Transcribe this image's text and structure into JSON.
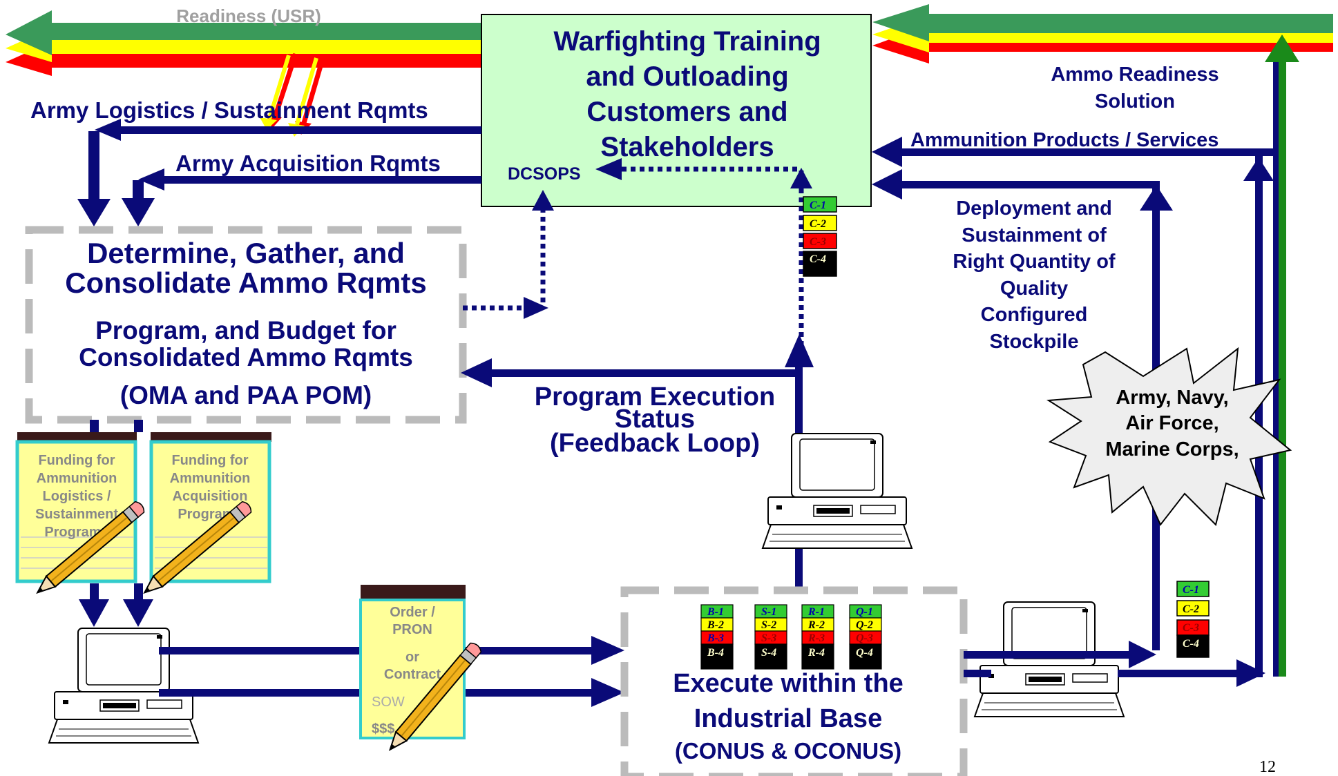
{
  "header": {
    "readiness_label": "Readiness (USR)"
  },
  "customers_box": {
    "title_lines": [
      "Warfighting Training",
      "and Outloading",
      "Customers and",
      "Stakeholders"
    ],
    "dcsops": "DCSOPS"
  },
  "arrows": {
    "army_logistics": "Army Logistics / Sustainment Rqmts",
    "army_acquisition": "Army Acquisition Rqmts",
    "ammo_products": "Ammunition Products / Services",
    "ammo_readiness": [
      "Ammo Readiness",
      "Solution"
    ],
    "deployment": [
      "Deployment and",
      "Sustainment of",
      "Right Quantity of",
      "Quality",
      "Configured",
      "Stockpile"
    ],
    "program_execution": [
      "Program Execution",
      "Status",
      "(Feedback Loop)"
    ]
  },
  "determine_box": {
    "title_lines": [
      "Determine, Gather, and",
      "Consolidate Ammo Rqmts"
    ],
    "program_lines": [
      "Program, and Budget for",
      "Consolidated Ammo Rqmts"
    ],
    "pom": "(OMA and PAA POM)"
  },
  "funding": {
    "logistics": [
      "Funding for",
      "Ammunition",
      "Logistics /",
      "Sustainment",
      "Programs"
    ],
    "acquisition": [
      "Funding for",
      "Ammunition",
      "Acquisition",
      "Programs"
    ]
  },
  "order": {
    "lines": [
      "Order /",
      "PRON",
      "or",
      "Contract",
      "SOW",
      "$$$"
    ]
  },
  "execute_box": {
    "lines": [
      "Execute within the",
      "Industrial Base",
      "(CONUS & OCONUS)"
    ]
  },
  "starburst": {
    "lines": [
      "Army, Navy,",
      "Air Force,",
      "Marine Corps,"
    ]
  },
  "ratings": {
    "c_top": [
      "C-1",
      "C-2",
      "C-3",
      "C-4"
    ],
    "c_right": [
      "C-1",
      "C-2",
      "C-3",
      "C-4"
    ],
    "b": [
      "B-1",
      "B-2",
      "B-3",
      "B-4"
    ],
    "s": [
      "S-1",
      "S-2",
      "S-3",
      "S-4"
    ],
    "r": [
      "R-1",
      "R-2",
      "R-3",
      "R-4"
    ],
    "q": [
      "Q-1",
      "Q-2",
      "Q-3",
      "Q-4"
    ]
  },
  "page_number": "12",
  "colors": {
    "navy": "#0A0A78",
    "green_band": "#3A9A5A",
    "yellow": "#FFFF00",
    "red": "#FF0000",
    "box_green": "#CCFFCC",
    "box_yellow": "#FFFF99",
    "rating_green": "#33CC33",
    "gray_dash": "#BBBBBB"
  }
}
